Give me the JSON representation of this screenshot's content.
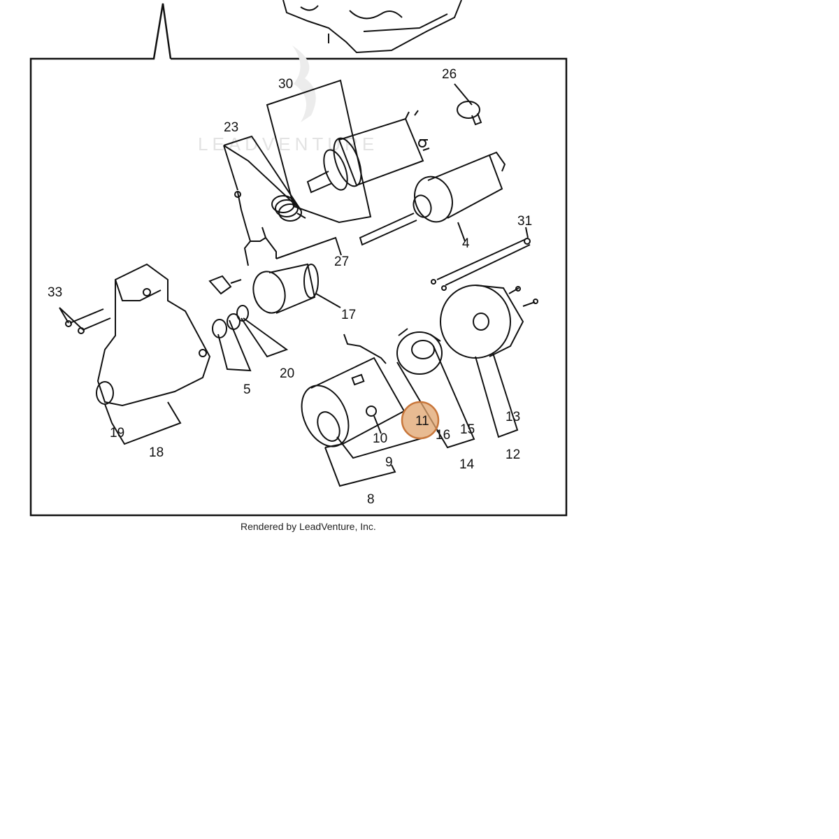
{
  "watermark": {
    "text": "LEADVENTURE"
  },
  "credit": "Rendered by LeadVenture, Inc.",
  "highlight": {
    "label": "11",
    "color": "#e0a46d",
    "stroke": "#c8763a"
  },
  "callouts": {
    "c30": "30",
    "c26": "26",
    "c23": "23",
    "c4": "4",
    "c31": "31",
    "c27": "27",
    "c33": "33",
    "c17": "17",
    "c20": "20",
    "c5": "5",
    "c19": "19",
    "c18": "18",
    "c10": "10",
    "c9": "9",
    "c8": "8",
    "c16": "16",
    "c15": "15",
    "c14": "14",
    "c13": "13",
    "c12": "12"
  },
  "colors": {
    "line": "#111111",
    "frame": "#111111",
    "watermark": "#e6e6e6"
  }
}
